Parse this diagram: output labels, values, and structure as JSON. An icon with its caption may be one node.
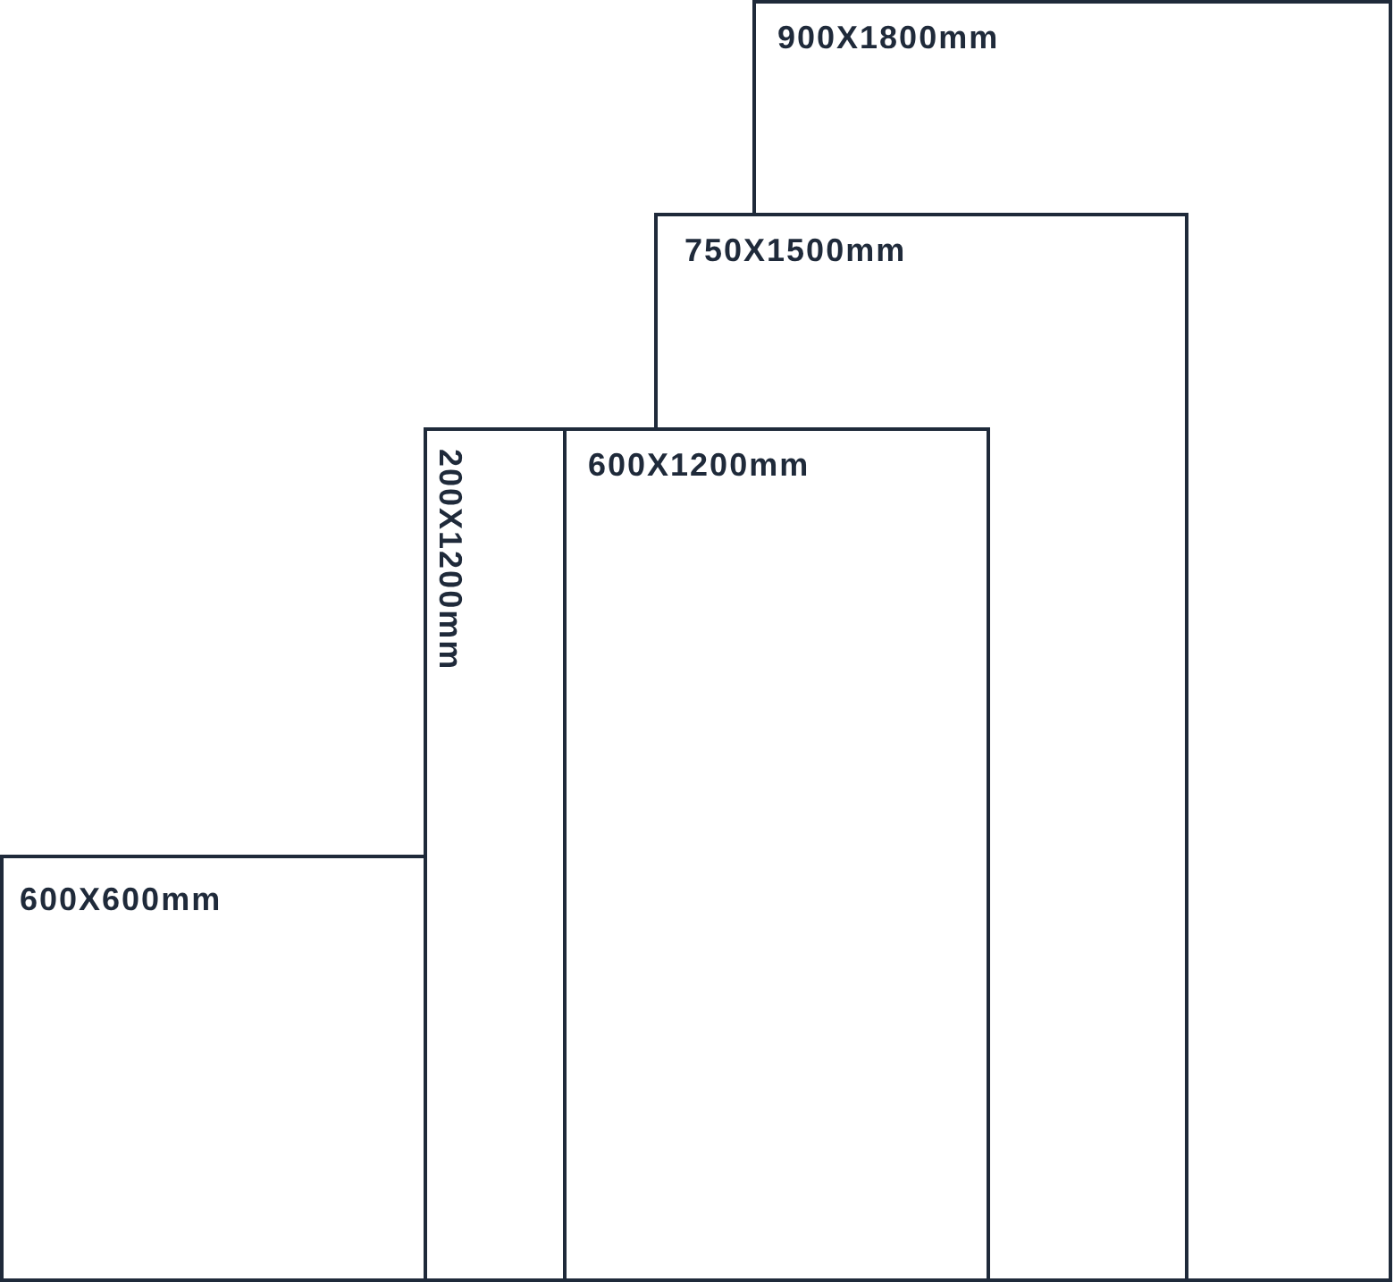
{
  "diagram": {
    "nodes": [
      {
        "text": [
          "900X1800mm"
        ]
      },
      {
        "text": [
          "750X1500mm"
        ]
      },
      {
        "text": [
          "200X1200mm"
        ]
      },
      {
        "text": [
          "600X1200mm"
        ]
      },
      {
        "text": [
          "600X600mm"
        ]
      }
    ]
  }
}
